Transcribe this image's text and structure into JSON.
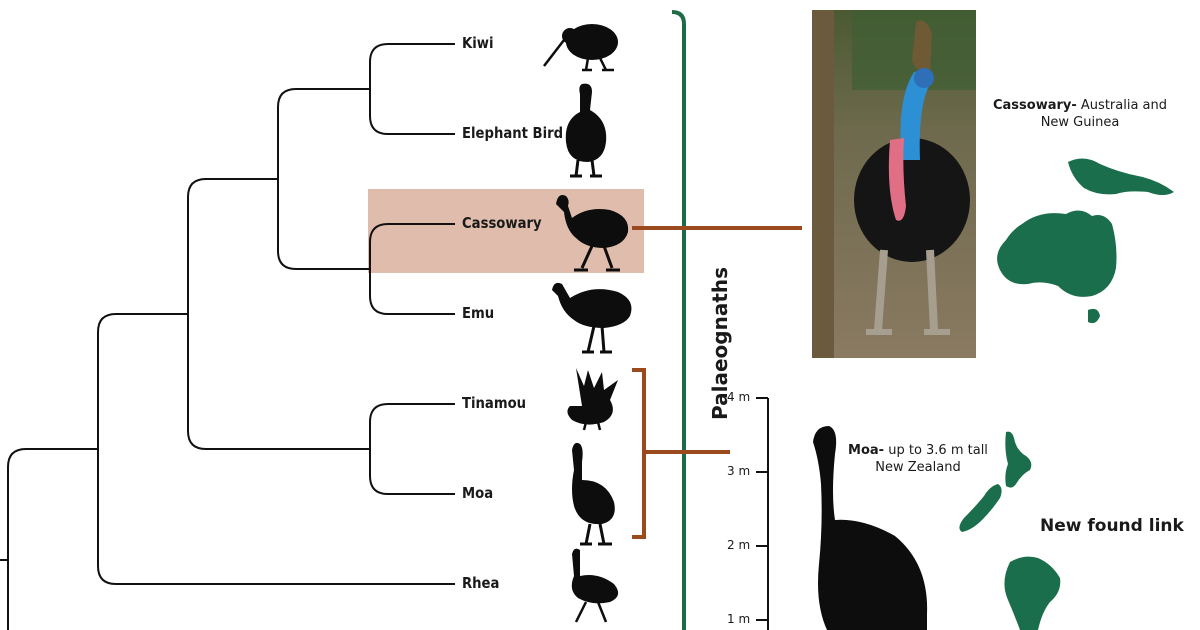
{
  "taxa": {
    "kiwi": "Kiwi",
    "elephant_bird": "Elephant Bird",
    "cassowary": "Cassowary",
    "emu": "Emu",
    "tinamou": "Tinamou",
    "moa": "Moa",
    "rhea": "Rhea"
  },
  "clade_label": "Palaeognaths",
  "cassowary_caption": {
    "name": "Cassowary-",
    "line1": " Australia and",
    "line2": "New Guinea"
  },
  "moa_caption": {
    "name": "Moa-",
    "line1": " up to 3.6 m tall",
    "line2": "New Zealand"
  },
  "new_link_label": "New found link",
  "height_scale": {
    "unit": "m",
    "ticks": [
      "4 m",
      "3 m",
      "2 m",
      "1 m"
    ]
  },
  "colors": {
    "tree_lines": "#111111",
    "clade_bar": "#1e6b45",
    "link_lines": "#9a4a1c",
    "highlight": "#d9b09c",
    "map_fill": "#1b6e4c",
    "silhouette": "#0d0d0d"
  },
  "icons": [
    "kiwi-silhouette-icon",
    "elephant-bird-silhouette-icon",
    "cassowary-silhouette-icon",
    "emu-silhouette-icon",
    "tinamou-silhouette-icon",
    "moa-silhouette-icon",
    "rhea-silhouette-icon"
  ]
}
